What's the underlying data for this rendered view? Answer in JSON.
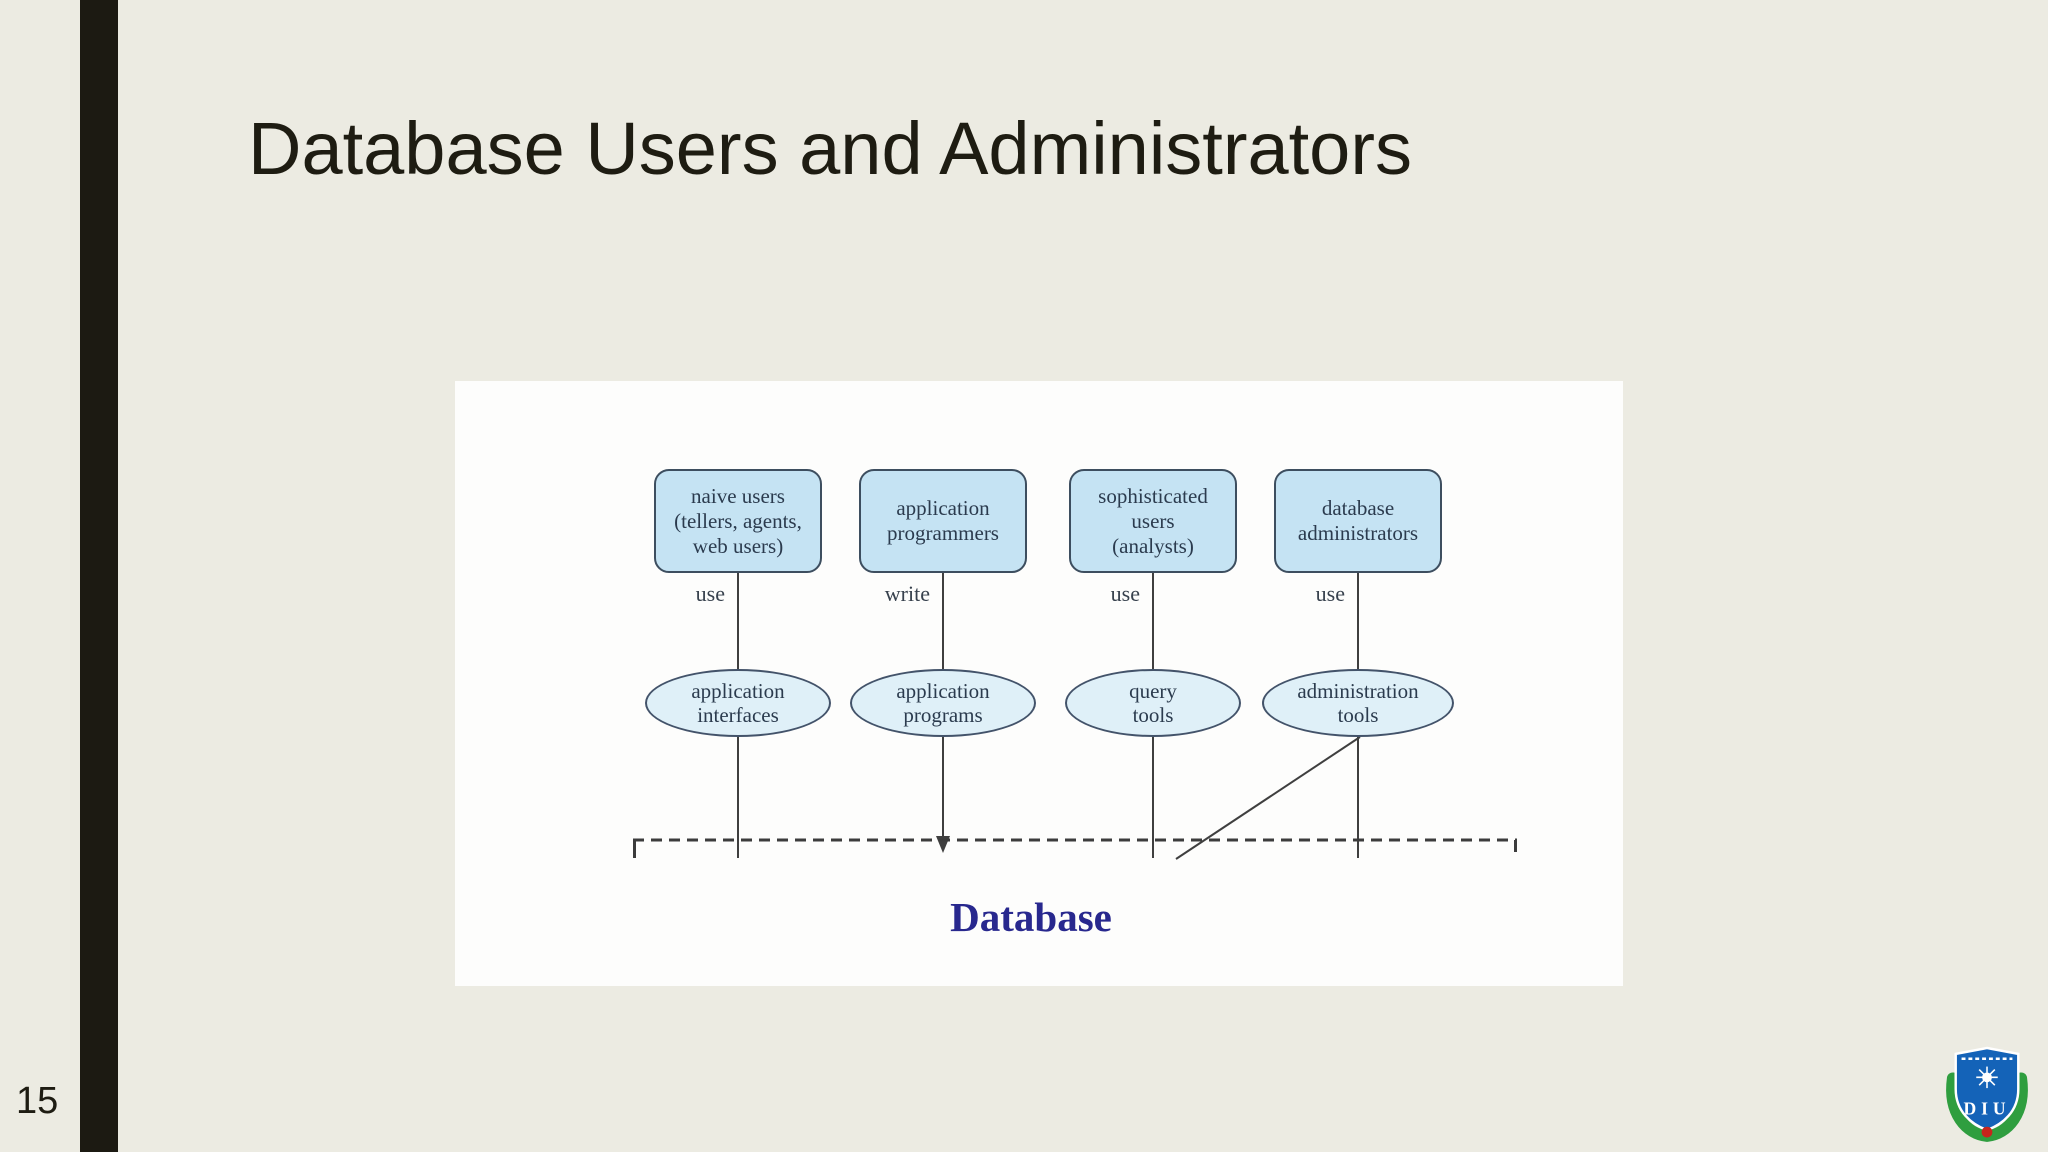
{
  "slide": {
    "title": "Database Users and Administrators",
    "page_number": "15"
  },
  "diagram": {
    "actors": [
      {
        "label": "naive users\n(tellers, agents,\nweb users)",
        "verb": "use",
        "tool": "application\ninterfaces"
      },
      {
        "label": "application\nprogrammers",
        "verb": "write",
        "tool": "application\nprograms"
      },
      {
        "label": "sophisticated\nusers\n(analysts)",
        "verb": "use",
        "tool": "query\ntools"
      },
      {
        "label": "database\nadministrators",
        "verb": "use",
        "tool": "administration\ntools"
      }
    ],
    "database_label": "Database"
  },
  "logo": {
    "monogram": "DIU"
  },
  "colors": {
    "background": "#ECEBE2",
    "accent_bar": "#1C1A12",
    "box_fill": "#C5E3F3",
    "box_border": "#3D4E5F",
    "ellipse_fill": "#DFF0F8",
    "diagram_text": "#2B3B4E",
    "database_text": "#28288E",
    "logo_green": "#2F9E3F",
    "logo_blue": "#1463B8",
    "logo_red": "#C8241C"
  }
}
